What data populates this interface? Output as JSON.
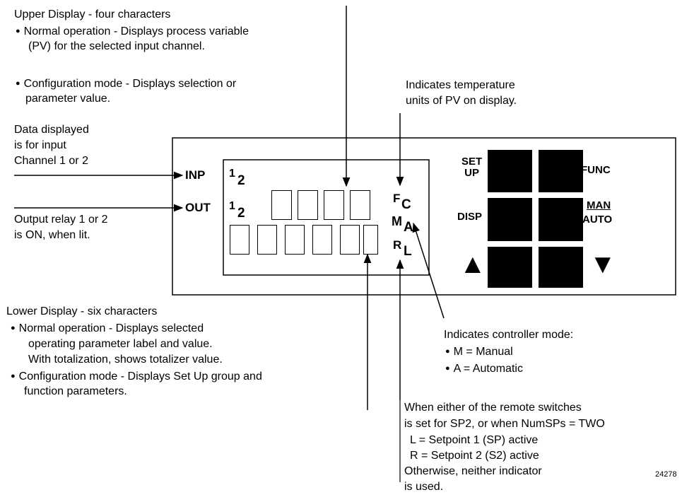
{
  "upper_display": {
    "title": "Upper Display - four characters",
    "normal_line1": "Normal operation - Displays process variable",
    "normal_line2": "(PV) for the selected input channel.",
    "config_line1": "Configuration mode - Displays selection or",
    "config_line2": "parameter value."
  },
  "temp_units": {
    "line1": "Indicates temperature",
    "line2": "units of PV on display."
  },
  "input_note": {
    "line1": "Data displayed",
    "line2": "is for input",
    "line3": "Channel 1 or 2"
  },
  "output_note": {
    "line1": "Output relay 1 or 2",
    "line2": "is ON, when lit."
  },
  "panel": {
    "inp_label": "INP",
    "out_label": "OUT",
    "inp_one": "1",
    "inp_two": "2",
    "out_one": "1",
    "out_two": "2",
    "f_letter": "F",
    "c_letter": "C",
    "m_letter": "M",
    "a_letter": "A",
    "r_letter": "R",
    "l_letter": "L",
    "setup_line1": "SET",
    "setup_line2": "UP",
    "func_label": "FUNC",
    "disp_label": "DISP",
    "man_label": "MAN",
    "auto_label": "AUTO",
    "up_arrow": "▲",
    "down_arrow": "▼"
  },
  "lower_display": {
    "title": "Lower Display - six characters",
    "normal_line1": "Normal operation - Displays selected",
    "normal_line2": "operating parameter label and value.",
    "normal_line3": "With totalization, shows totalizer value.",
    "config_line1": "Configuration mode - Displays Set Up group and",
    "config_line2": "function parameters."
  },
  "controller_mode": {
    "title": "Indicates controller mode:",
    "item1": "M = Manual",
    "item2": "A = Automatic"
  },
  "remote_switch": {
    "line1": "When either of the remote switches",
    "line2": "is set for SP2, or when NumSPs = TWO",
    "line3": "L = Setpoint 1 (SP) active",
    "line4": "R = Setpoint 2 (S2) active",
    "line5": "Otherwise, neither indicator",
    "line6": "is used."
  },
  "figure_number": "24278"
}
